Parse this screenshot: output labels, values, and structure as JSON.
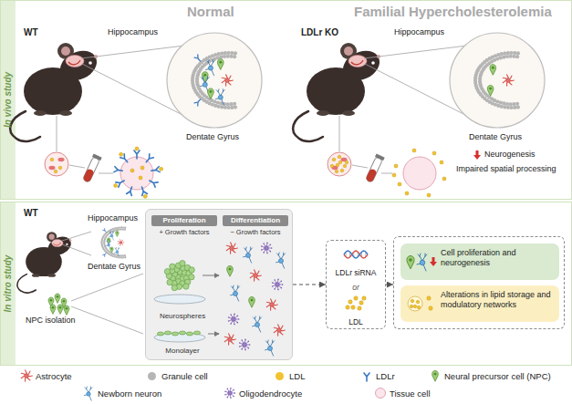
{
  "diagram": {
    "nodes": [
      {
        "text": [
          "In vivo study"
        ]
      },
      {
        "text": [
          "In vitro study"
        ]
      },
      {
        "text": [
          "Proliferation",
          "+ Growth factors",
          "Differentiation",
          "− Growth factors",
          "Neurospheres",
          "Monolayer"
        ],
        "in": 1
      },
      {
        "text": [
          "LDLr siRNA",
          "or",
          "LDL"
        ],
        "in": 1
      },
      {
        "text": [],
        "in": 1
      },
      {
        "text": [
          "Cell proliferation and neurogenesis"
        ],
        "in": 4
      },
      {
        "text": [
          "Alterations in lipid storage and modulatory networks"
        ],
        "in": 4
      }
    ],
    "edges": [
      {
        "from": 2,
        "to": 3,
        "arrow": "to"
      },
      {
        "from": 3,
        "to": 4,
        "arrow": "to"
      }
    ],
    "labels": [
      "Normal",
      "Familial Hypercholesterolemia",
      "WT",
      "Hippocampus",
      "Dentate Gyrus",
      "LDLr KO",
      "Hippocampus",
      "Dentate Gyrus",
      "Neurogenesis",
      "Impaired spatial processing",
      "WT",
      "Hippocampus",
      "Dentate Gyrus",
      "NPC isolation"
    ],
    "legend": [
      {
        "text": "Astrocyte"
      },
      {
        "text": "Granule cell",
        "color": "#b5b5b5"
      },
      {
        "text": "LDL",
        "color": "#f2c230"
      },
      {
        "text": "LDLr"
      },
      {
        "text": "Neural precursor cell (NPC)"
      },
      {
        "text": "Newborn neuron"
      },
      {
        "text": "Oligodendrocyte"
      },
      {
        "text": "Tissue cell"
      }
    ]
  }
}
